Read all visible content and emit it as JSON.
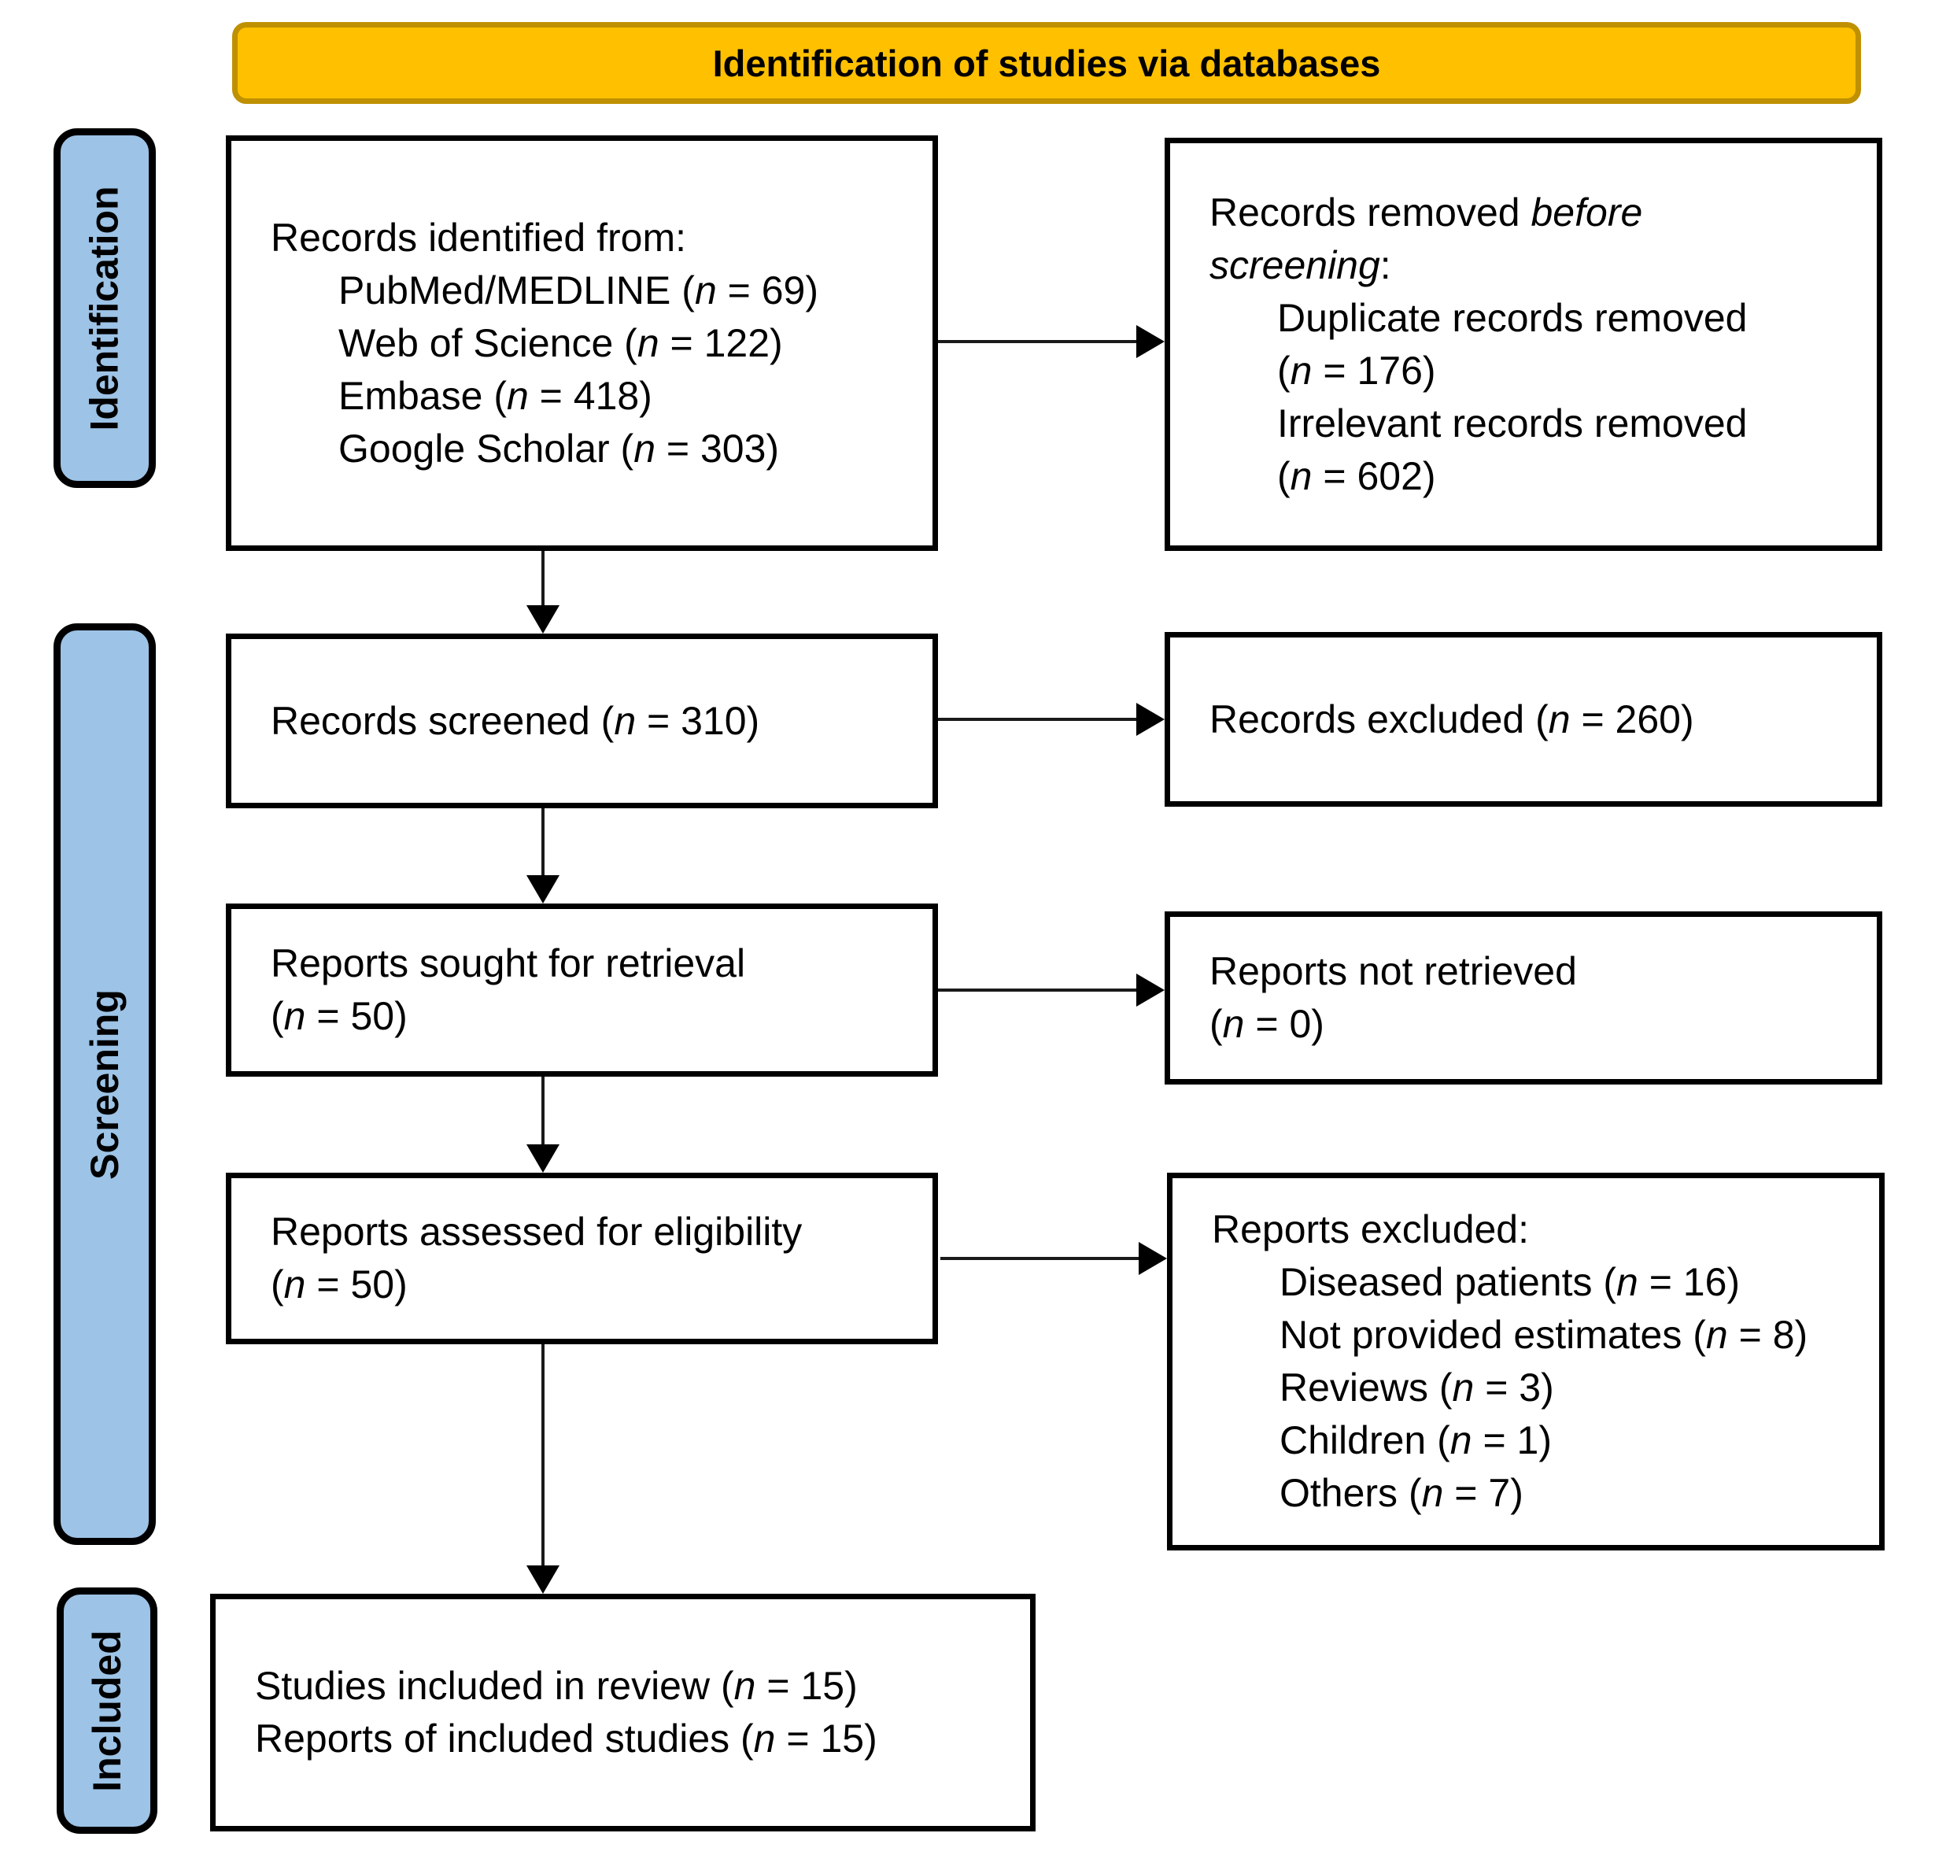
{
  "banner": {
    "title": "Identification of studies via databases"
  },
  "stages": {
    "identification": "Identification",
    "screening": "Screening",
    "included": "Included"
  },
  "boxes": {
    "records_identified": {
      "lines": [
        "Records identified from:",
        "PubMed/MEDLINE (*n* = 69)",
        "Web of Science (*n* = 122)",
        "Embase (*n* = 418)",
        "Google Scholar (*n* = 303)"
      ]
    },
    "records_removed": {
      "lines": [
        "Records removed *before*",
        "*screening*:",
        "Duplicate records removed",
        "(*n* = 176)",
        "Irrelevant records removed",
        "(*n* = 602)"
      ]
    },
    "records_screened": {
      "lines": [
        "Records screened (*n* = 310)"
      ]
    },
    "records_excluded": {
      "lines": [
        "Records excluded (*n* = 260)"
      ]
    },
    "reports_sought": {
      "lines": [
        "Reports sought for retrieval",
        "(*n* = 50)"
      ]
    },
    "reports_not_retrieved": {
      "lines": [
        "Reports not retrieved",
        "(*n* = 0)"
      ]
    },
    "reports_assessed": {
      "lines": [
        "Reports assessed for eligibility",
        "(*n* = 50)"
      ]
    },
    "reports_excluded": {
      "lines": [
        "Reports excluded:",
        "Diseased patients (*n* = 16)",
        "Not provided estimates (*n* = 8)",
        "Reviews (*n* = 3)",
        "Children (*n* = 1)",
        "Others (*n* = 7)"
      ]
    },
    "studies_included": {
      "lines": [
        "Studies included in review (*n* = 15)",
        "Reports of included studies (*n* = 15)"
      ]
    }
  },
  "colors": {
    "banner_fill": "#FFC000",
    "banner_border": "#BF9000",
    "stage_fill": "#9DC3E6"
  }
}
